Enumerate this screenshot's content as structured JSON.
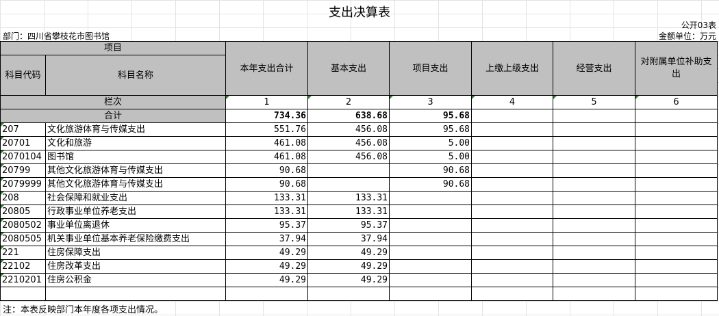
{
  "title": "支出决算表",
  "form_code": "公开03表",
  "department": "部门：四川省攀枝花市图书馆",
  "unit": "金额单位：万元",
  "header": {
    "item": "项目",
    "code": "科目代码",
    "name": "科目名称",
    "total": "本年支出合计",
    "basic": "基本支出",
    "project": "项目支出",
    "upper": "上缴上级支出",
    "business": "经营支出",
    "subsidy": "对附属单位补助支出",
    "column_label": "栏次",
    "col_nums": [
      "1",
      "2",
      "3",
      "4",
      "5",
      "6"
    ]
  },
  "total_row": {
    "label": "合计",
    "total": "734.36",
    "basic": "638.68",
    "project": "95.68"
  },
  "rows": [
    {
      "code": "207",
      "name": "文化旅游体育与传媒支出",
      "total": "551.76",
      "basic": "456.08",
      "project": "95.68",
      "indent": false
    },
    {
      "code": "20701",
      "name": "文化和旅游",
      "total": "461.08",
      "basic": "456.08",
      "project": "5.00",
      "indent": false
    },
    {
      "code": "2070104",
      "name": "图书馆",
      "total": "461.08",
      "basic": "456.08",
      "project": "5.00",
      "indent": true
    },
    {
      "code": "20799",
      "name": "其他文化旅游体育与传媒支出",
      "total": "90.68",
      "basic": "",
      "project": "90.68",
      "indent": false
    },
    {
      "code": "2079999",
      "name": "其他文化旅游体育与传媒支出",
      "total": "90.68",
      "basic": "",
      "project": "90.68",
      "indent": true
    },
    {
      "code": "208",
      "name": "社会保障和就业支出",
      "total": "133.31",
      "basic": "133.31",
      "project": "",
      "indent": false
    },
    {
      "code": "20805",
      "name": "行政事业单位养老支出",
      "total": "133.31",
      "basic": "133.31",
      "project": "",
      "indent": false
    },
    {
      "code": "2080502",
      "name": "事业单位离退休",
      "total": "95.37",
      "basic": "95.37",
      "project": "",
      "indent": true
    },
    {
      "code": "2080505",
      "name": "机关事业单位基本养老保险缴费支出",
      "total": "37.94",
      "basic": "37.94",
      "project": "",
      "indent": true
    },
    {
      "code": "221",
      "name": "住房保障支出",
      "total": "49.29",
      "basic": "49.29",
      "project": "",
      "indent": false
    },
    {
      "code": "22102",
      "name": "住房改革支出",
      "total": "49.29",
      "basic": "49.29",
      "project": "",
      "indent": false
    },
    {
      "code": "2210201",
      "name": "住房公积金",
      "total": "49.29",
      "basic": "49.29",
      "project": "",
      "indent": true
    }
  ],
  "note": "注：本表反映部门本年度各项支出情况。"
}
